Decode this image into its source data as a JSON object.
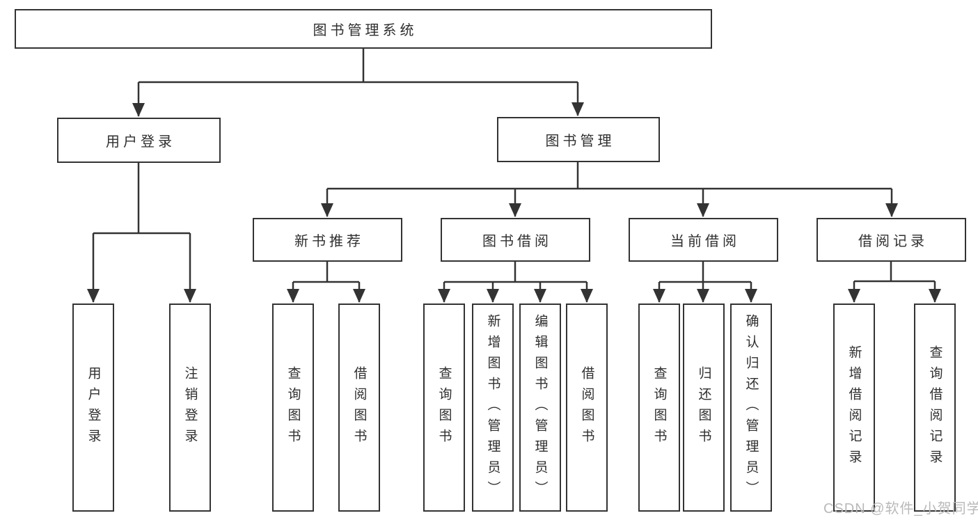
{
  "diagram": {
    "root": "图书管理系统",
    "level2": {
      "user_login": "用户登录",
      "book_management": "图书管理"
    },
    "level3": {
      "new_book_recommend": "新书推荐",
      "book_borrow": "图书借阅",
      "current_borrow": "当前借阅",
      "borrow_record": "借阅记录"
    },
    "leaves": {
      "user_login": "用户登录",
      "logout": "注销登录",
      "newrec_query_book": "查询图书",
      "newrec_borrow_book": "借阅图书",
      "borrow_query_book": "查询图书",
      "borrow_add_book_admin": "新增图书（管理员）",
      "borrow_edit_book_admin": "编辑图书（管理员）",
      "borrow_borrow_book": "借阅图书",
      "current_query_book": "查询图书",
      "current_return_book": "归还图书",
      "current_confirm_return_admin": "确认归还（管理员）",
      "record_add_record": "新增借阅记录",
      "record_query_record": "查询借阅记录"
    }
  },
  "watermark": "CSDN @软件_小贺同学",
  "colors": {
    "line": "#333333",
    "box_background": "#ffffff",
    "text": "#2f2f2f",
    "watermark": "#b9b9b9"
  }
}
